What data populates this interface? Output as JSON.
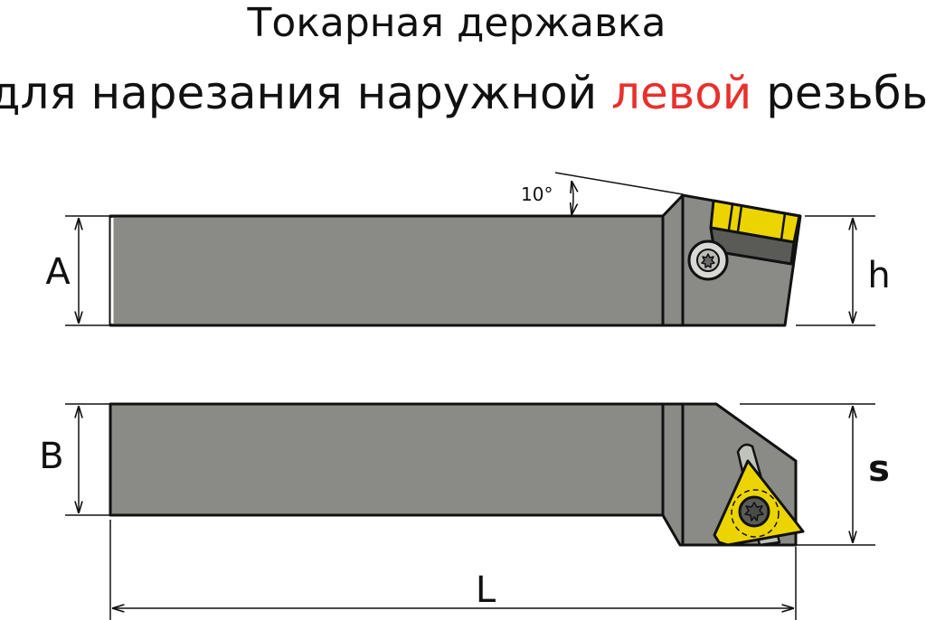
{
  "title": {
    "line1": "Токарная державка",
    "line2_before": "для нарезания наружной ",
    "line2_highlight": "левой",
    "line2_after": " резьбы"
  },
  "dimensions": {
    "A": "A",
    "h": "h",
    "B": "B",
    "s": "s",
    "L": "L",
    "angle": "10°"
  },
  "colors": {
    "body": "#8a8b86",
    "insert": "#ecd400",
    "dark_band": "#5a5b57",
    "highlight": "#e8302c"
  }
}
